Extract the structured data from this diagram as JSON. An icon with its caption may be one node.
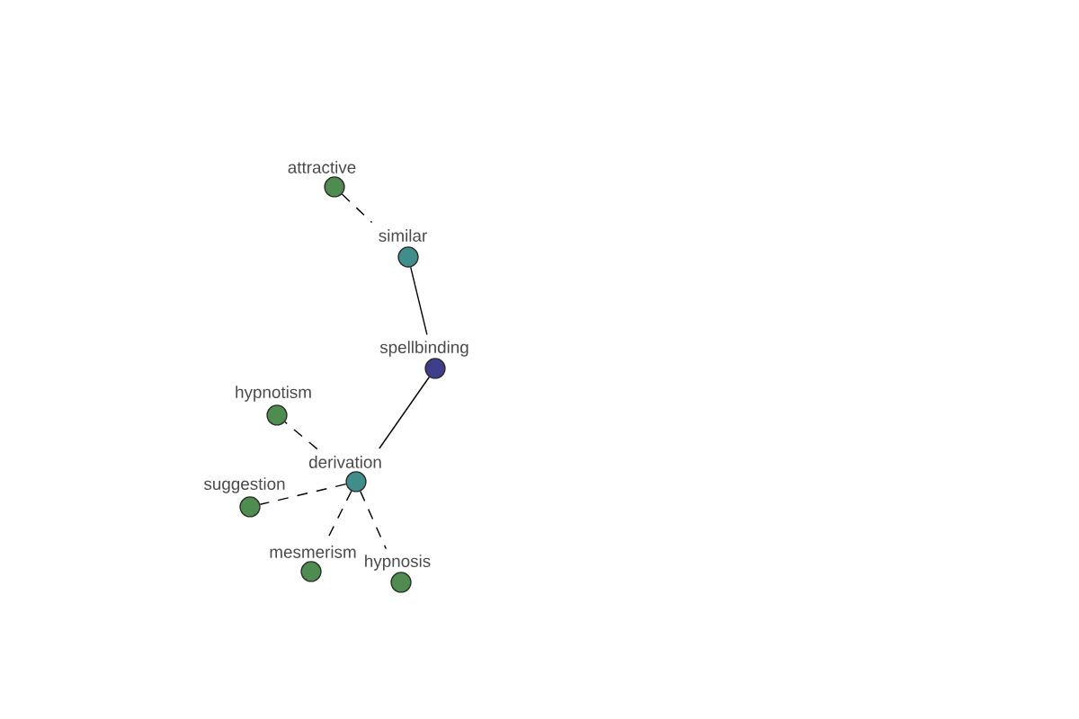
{
  "diagram": {
    "nodes": [
      {
        "text": [
          "attractive"
        ]
      },
      {
        "text": [
          "similar"
        ]
      },
      {
        "text": [
          "spellbinding"
        ]
      },
      {
        "text": [
          "hypnotism"
        ]
      },
      {
        "text": [
          "derivation"
        ]
      },
      {
        "text": [
          "suggestion"
        ]
      },
      {
        "text": [
          "mesmerism"
        ]
      },
      {
        "text": [
          "hypnosis"
        ]
      }
    ],
    "edges": [
      {
        "from": 0,
        "to": 1,
        "arrow": "none",
        "style": "dashed"
      },
      {
        "from": 1,
        "to": 2,
        "arrow": "none"
      },
      {
        "from": 2,
        "to": 4,
        "arrow": "none"
      },
      {
        "from": 4,
        "to": 3,
        "arrow": "none",
        "style": "dashed"
      },
      {
        "from": 4,
        "to": 5,
        "arrow": "none",
        "style": "dashed"
      },
      {
        "from": 4,
        "to": 6,
        "arrow": "none",
        "style": "dashed"
      },
      {
        "from": 4,
        "to": 7,
        "arrow": "none",
        "style": "dashed"
      }
    ]
  }
}
